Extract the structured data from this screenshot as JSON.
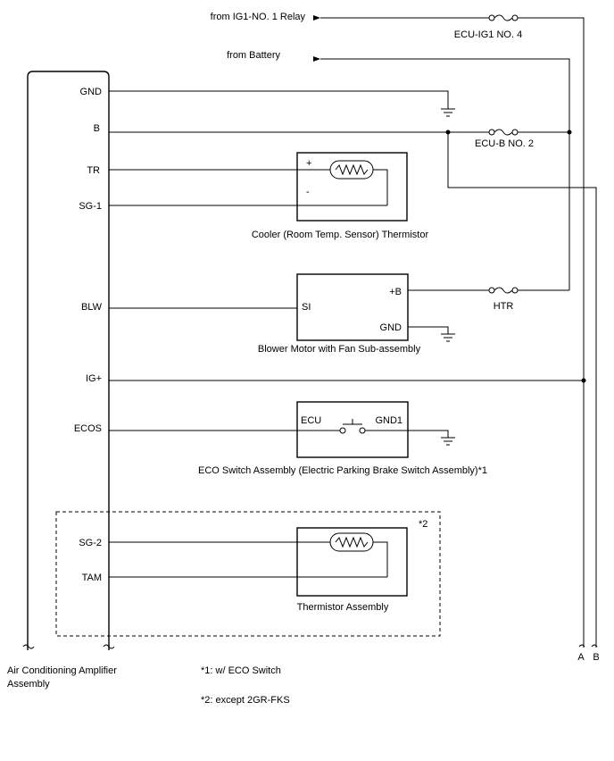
{
  "sources": {
    "ig1_relay": "from IG1-NO. 1 Relay",
    "battery": "from Battery"
  },
  "fuses": {
    "ecu_ig1": "ECU-IG1 NO. 4",
    "ecu_b": "ECU-B NO. 2",
    "htr": "HTR"
  },
  "amplifier": {
    "name_line1": "Air Conditioning Amplifier",
    "name_line2": "Assembly",
    "pins": {
      "gnd": "GND",
      "b": "B",
      "tr": "TR",
      "sg1": "SG-1",
      "blw": "BLW",
      "ig": "IG+",
      "ecos": "ECOS",
      "sg2": "SG-2",
      "tam": "TAM"
    }
  },
  "cooler_thermistor": {
    "name": "Cooler (Room Temp. Sensor) Thermistor",
    "plus": "+",
    "minus": "-"
  },
  "blower_motor": {
    "name": "Blower Motor with Fan Sub-assembly",
    "si": "SI",
    "plus_b": "+B",
    "gnd": "GND"
  },
  "eco_switch": {
    "name": "ECO Switch Assembly (Electric Parking Brake Switch Assembly)*1",
    "ecu": "ECU",
    "gnd1": "GND1"
  },
  "thermistor_assembly": {
    "name": "Thermistor Assembly"
  },
  "connectors": {
    "a": "A",
    "b": "B"
  },
  "notes": {
    "marker2": "*2",
    "note1": "*1: w/ ECO Switch",
    "note2": "*2: except 2GR-FKS"
  }
}
